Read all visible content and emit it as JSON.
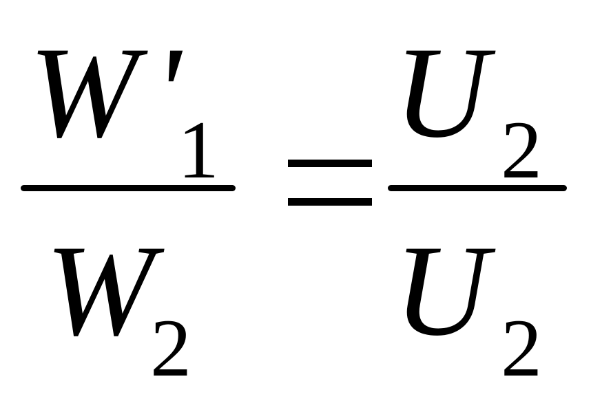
{
  "equation": {
    "left": {
      "numerator": {
        "symbol": "W",
        "prime": "'",
        "subscript": "1"
      },
      "denominator": {
        "symbol": "W",
        "subscript": "2"
      }
    },
    "relation": "=",
    "right": {
      "numerator": {
        "symbol": "U",
        "subscript": "2"
      },
      "denominator": {
        "symbol": "U",
        "subscript": "2"
      }
    }
  }
}
